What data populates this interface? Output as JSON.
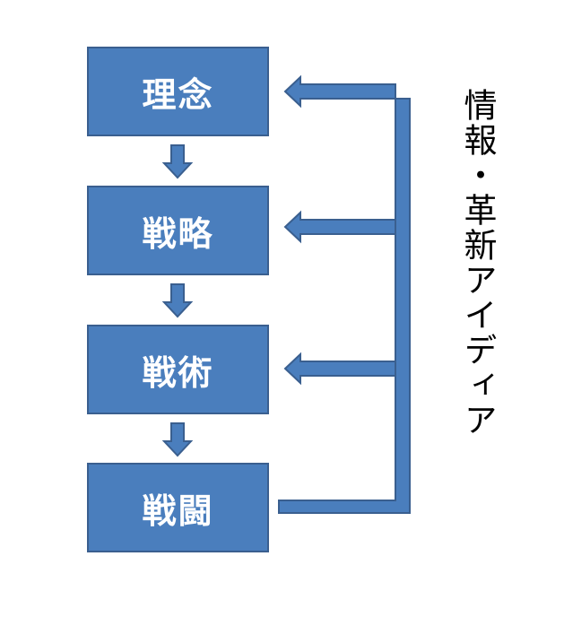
{
  "diagram": {
    "steps": [
      {
        "label": "理念"
      },
      {
        "label": "戦略"
      },
      {
        "label": "戦術"
      },
      {
        "label": "戦闘"
      }
    ],
    "feedback_label": "情報・革新アイディア",
    "colors": {
      "box_fill": "#4a7ebd",
      "box_border": "#3a5f8f",
      "arrow_fill": "#4a7ebd",
      "arrow_stroke": "#3a5f8f",
      "text_on_box": "#ffffff",
      "side_text": "#000000"
    }
  }
}
